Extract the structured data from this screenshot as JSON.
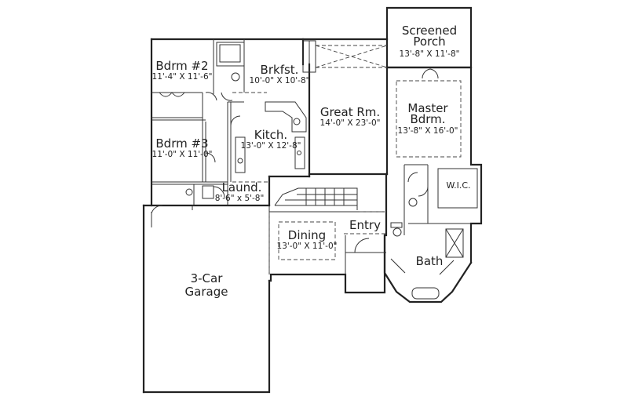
{
  "rooms": {
    "bdrm2": {
      "name": "Bdrm #2",
      "dims": "11'-4\" X 11'-6\""
    },
    "brkfst": {
      "name": "Brkfst.",
      "dims": "10'-0\" X 10'-8\""
    },
    "porch": {
      "name_line1": "Screened",
      "name_line2": "Porch",
      "dims": "13'-8\" X 11'-8\""
    },
    "great": {
      "name": "Great Rm.",
      "dims": "14'-0\" X 23'-0\""
    },
    "master": {
      "name_line1": "Master",
      "name_line2": "Bdrm.",
      "dims": "13'-8\" X 16'-0\""
    },
    "kitch": {
      "name": "Kitch.",
      "dims": "13'-0\" X 12'-8\""
    },
    "bdrm3": {
      "name": "Bdrm #3",
      "dims": "11'-0\" X 11'-0\""
    },
    "laund": {
      "name": "Laund.",
      "dims": "8'-6\" x 5'-8\""
    },
    "wic": {
      "name": "W.I.C."
    },
    "dining": {
      "name": "Dining",
      "dims": "13'-0\" X 11'-0\""
    },
    "entry": {
      "name": "Entry"
    },
    "bath": {
      "name": "Bath"
    },
    "garage": {
      "name_line1": "3-Car",
      "name_line2": "Garage"
    }
  }
}
